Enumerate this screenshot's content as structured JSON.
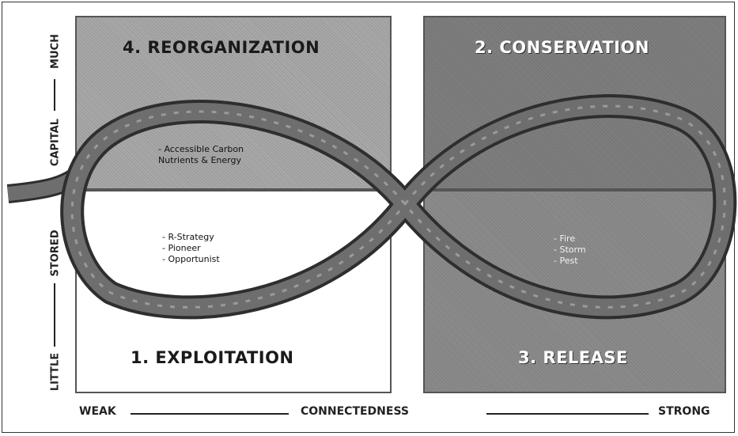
{
  "diagram": {
    "panels": {
      "reorganization": {
        "title": "4. REORGANIZATION",
        "notes": [
          "- Accessible Carbon",
          "Nutrients & Energy"
        ]
      },
      "conservation": {
        "title": "2. CONSERVATION",
        "notes": []
      },
      "exploitation": {
        "title": "1. EXPLOITATION",
        "notes": [
          "- R-Strategy",
          "- Pioneer",
          "- Opportunist"
        ]
      },
      "release": {
        "title": "3. RELEASE",
        "notes": [
          "- Fire",
          "- Storm",
          "- Pest"
        ]
      }
    },
    "y_axis": {
      "little": "LITTLE",
      "stored": "STORED",
      "capital": "CAPITAL",
      "much": "MUCH"
    },
    "x_axis": {
      "weak": "WEAK",
      "label": "CONNECTEDNESS",
      "strong": "STRONG"
    },
    "colors": {
      "loop": "#6e6e6e",
      "loop_edge": "#2e2e2e"
    }
  }
}
